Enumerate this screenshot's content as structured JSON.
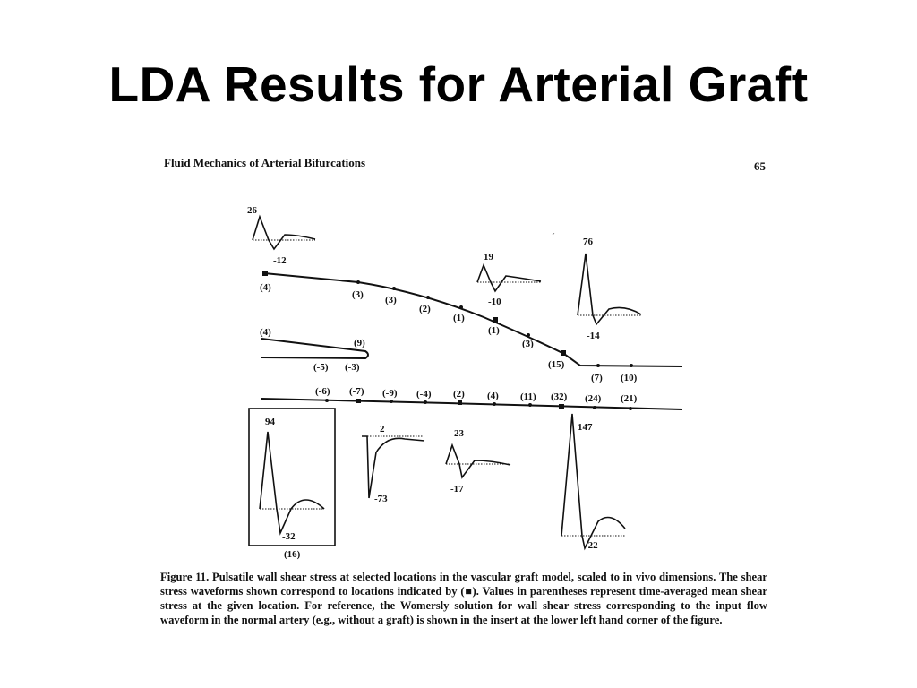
{
  "slide": {
    "title": "LDA Results for Arterial Graft"
  },
  "figure": {
    "header_left": "Fluid Mechanics of Arterial Bifurcations",
    "page_number": "65",
    "upper_vessel_labels": [
      "(4)",
      "(3)",
      "(3)",
      "(2)",
      "(1)",
      "(1)",
      "(3)",
      "(15)",
      "(7)",
      "(10)"
    ],
    "graft_labels": [
      "(4)",
      "(9)",
      "(-5)",
      "(-3)"
    ],
    "lower_vessel_labels": [
      "(-6)",
      "(-7)",
      "(-9)",
      "(-4)",
      "(2)",
      "(4)",
      "(11)",
      "(32)",
      "(24)",
      "(21)"
    ],
    "waveform_labels": {
      "w1_peak": "26",
      "w1_min": "-12",
      "w2_peak": "19",
      "w2_min": "-10",
      "w3_peak": "76",
      "w3_min": "-14",
      "w4_peak": "94",
      "w4_min": "-32",
      "w4_mean": "(16)",
      "w5_peak": "2",
      "w5_min": "-73",
      "w6_peak": "23",
      "w6_min": "-17",
      "w7_peak": "147",
      "w7_min": "-22"
    },
    "caption": {
      "lead": "Figure 11.",
      "text": "Pulsatile wall shear stress at selected locations in the vascular graft model, scaled to in vivo dimensions. The shear stress waveforms shown correspond to locations indicated by (■). Values in parentheses represent time-averaged mean shear stress at the given location. For reference, the Womersly solution for wall shear stress corresponding to the input flow waveform in the normal artery (e.g., without a graft) is shown in the insert at the lower left hand corner of the figure."
    }
  }
}
